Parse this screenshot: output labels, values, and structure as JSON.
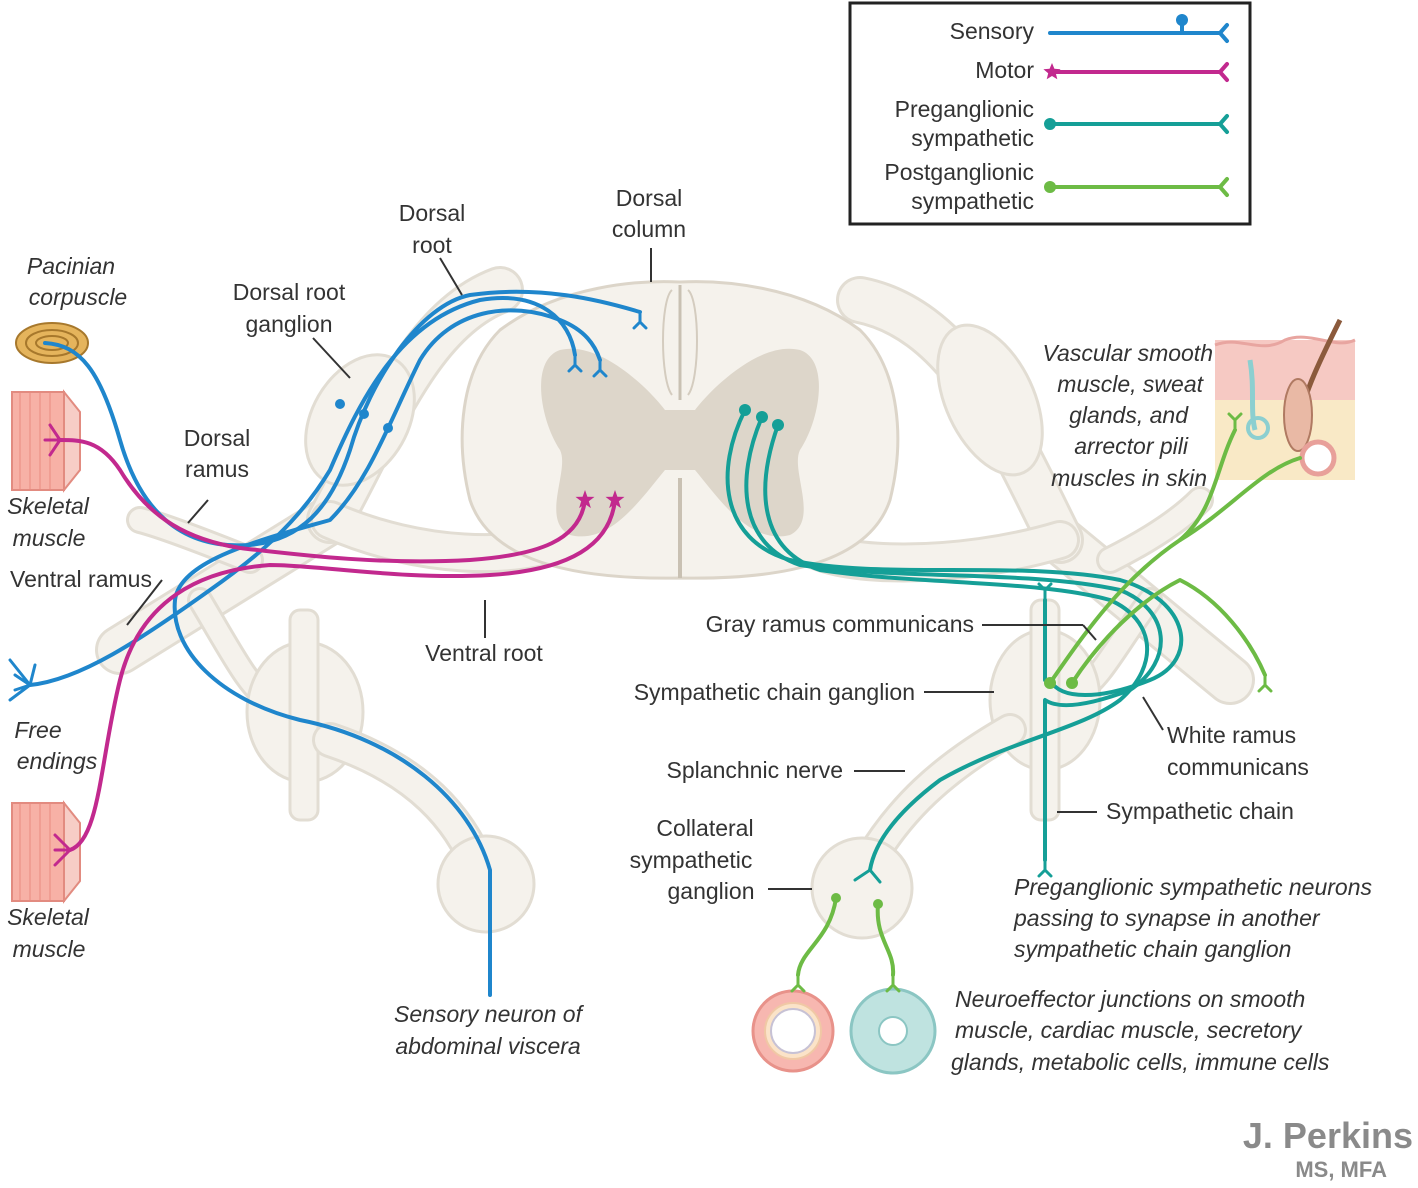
{
  "colors": {
    "sensory": "#1f86cc",
    "motor": "#c2298e",
    "preganglionic": "#159f97",
    "postganglionic": "#6dbb45",
    "nerve_tissue": "#ece8e0",
    "gray_matter": "#ddd6ca"
  },
  "legend": {
    "items": [
      {
        "label": "Sensory",
        "color": "#1f86cc",
        "start_marker": "none",
        "mid_marker": "stalk-ball"
      },
      {
        "label": "Motor",
        "color": "#c2298e",
        "start_marker": "star"
      },
      {
        "label_lines": [
          "Preganglionic",
          "sympathetic"
        ],
        "color": "#159f97",
        "start_marker": "dot"
      },
      {
        "label_lines": [
          "Postganglionic",
          "sympathetic"
        ],
        "color": "#6dbb45",
        "start_marker": "dot"
      }
    ]
  },
  "labels": {
    "pacinian": [
      "Pacinian",
      "corpuscle"
    ],
    "skeletal_upper": [
      "Skeletal",
      "muscle"
    ],
    "skeletal_lower": [
      "Skeletal",
      "muscle"
    ],
    "free_endings": [
      "Free",
      "endings"
    ],
    "dorsal_ramus": [
      "Dorsal",
      "ramus"
    ],
    "ventral_ramus": "Ventral ramus",
    "dorsal_root_ganglion": [
      "Dorsal root",
      "ganglion"
    ],
    "dorsal_root": [
      "Dorsal",
      "root"
    ],
    "dorsal_column": [
      "Dorsal",
      "column"
    ],
    "ventral_root": "Ventral root",
    "sensory_viscera": [
      "Sensory neuron of",
      "abdominal viscera"
    ],
    "vascular": [
      "Vascular smooth",
      "muscle, sweat",
      "glands, and",
      "arrector pili",
      "muscles in skin"
    ],
    "gray_ramus": "Gray ramus communicans",
    "chain_ganglion": "Sympathetic chain ganglion",
    "white_ramus": [
      "White ramus",
      "communicans"
    ],
    "splanchnic": "Splanchnic nerve",
    "sympathetic_chain": "Sympathetic chain",
    "collateral": [
      "Collateral",
      "sympathetic",
      "ganglion"
    ],
    "preganglionic_passing": [
      "Preganglionic sympathetic neurons",
      "passing to synapse in another",
      "sympathetic chain ganglion"
    ],
    "neuroeffector": [
      "Neuroeffector junctions on smooth",
      "muscle, cardiac muscle, secretory",
      "glands, metabolic cells, immune cells"
    ]
  },
  "signature": {
    "name": "J. Perkins",
    "credentials": "MS, MFA"
  }
}
